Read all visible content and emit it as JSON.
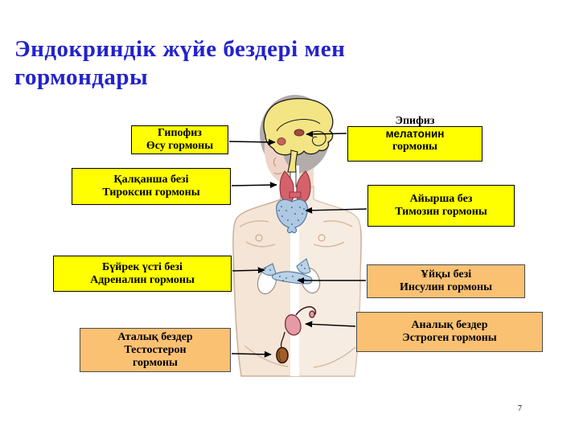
{
  "slide": {
    "title": {
      "line1": "Эндокриндік жүйе бездері мен",
      "line2": "гормондары"
    },
    "page_number": "7"
  },
  "colors": {
    "background": "#FFFFFF",
    "title_text": "#2222CC",
    "yellow_box": "#FFFF00",
    "orange_box": "#FAC173",
    "box_border": "#000000",
    "arrow": "#000000",
    "brain": "#F3E583",
    "thyroid": "#D5626B",
    "thymus": "#AFC8E2",
    "skin": "#F4E5D6"
  },
  "labels": {
    "pituitary": {
      "gland": "Гипофиз",
      "hormone": "Өсу гормоны"
    },
    "thyroid": {
      "gland": "Қалқанша безі",
      "hormone": "Тироксин гормоны"
    },
    "adrenal": {
      "gland": "Бүйрек үсті безі",
      "hormone": "Адреналин гормоны"
    },
    "testes": {
      "gland": "Аталық бездер",
      "hormone": "Тестостерон",
      "hormone2": "гормоны"
    },
    "pineal": {
      "gland": "Эпифиз",
      "hormone": "мелатонин",
      "hormone2": "гормоны"
    },
    "thymus": {
      "gland": "Айырша без",
      "hormone": "Тимозин гормоны"
    },
    "pancreas": {
      "gland": "Ұйқы безі",
      "hormone": "Инсулин гормоны"
    },
    "ovaries": {
      "gland": "Аналық бездер",
      "hormone": "Эстроген гормоны"
    }
  },
  "diagram": {
    "organs": [
      "brain",
      "pituitary",
      "pineal",
      "thyroid",
      "thymus",
      "adrenal glands",
      "kidneys",
      "pancreas",
      "ovary-uterus",
      "testis"
    ]
  }
}
